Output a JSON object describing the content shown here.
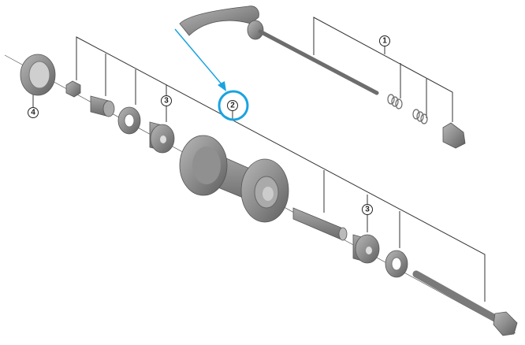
{
  "diagram": {
    "labels": {
      "skewer": "1",
      "hub_assembly": "2",
      "bearing_left": "3",
      "bearing_right": "3",
      "end_cap": "4"
    },
    "highlight_color": "#1aa3e0",
    "part_color": "#8a8a8a"
  }
}
